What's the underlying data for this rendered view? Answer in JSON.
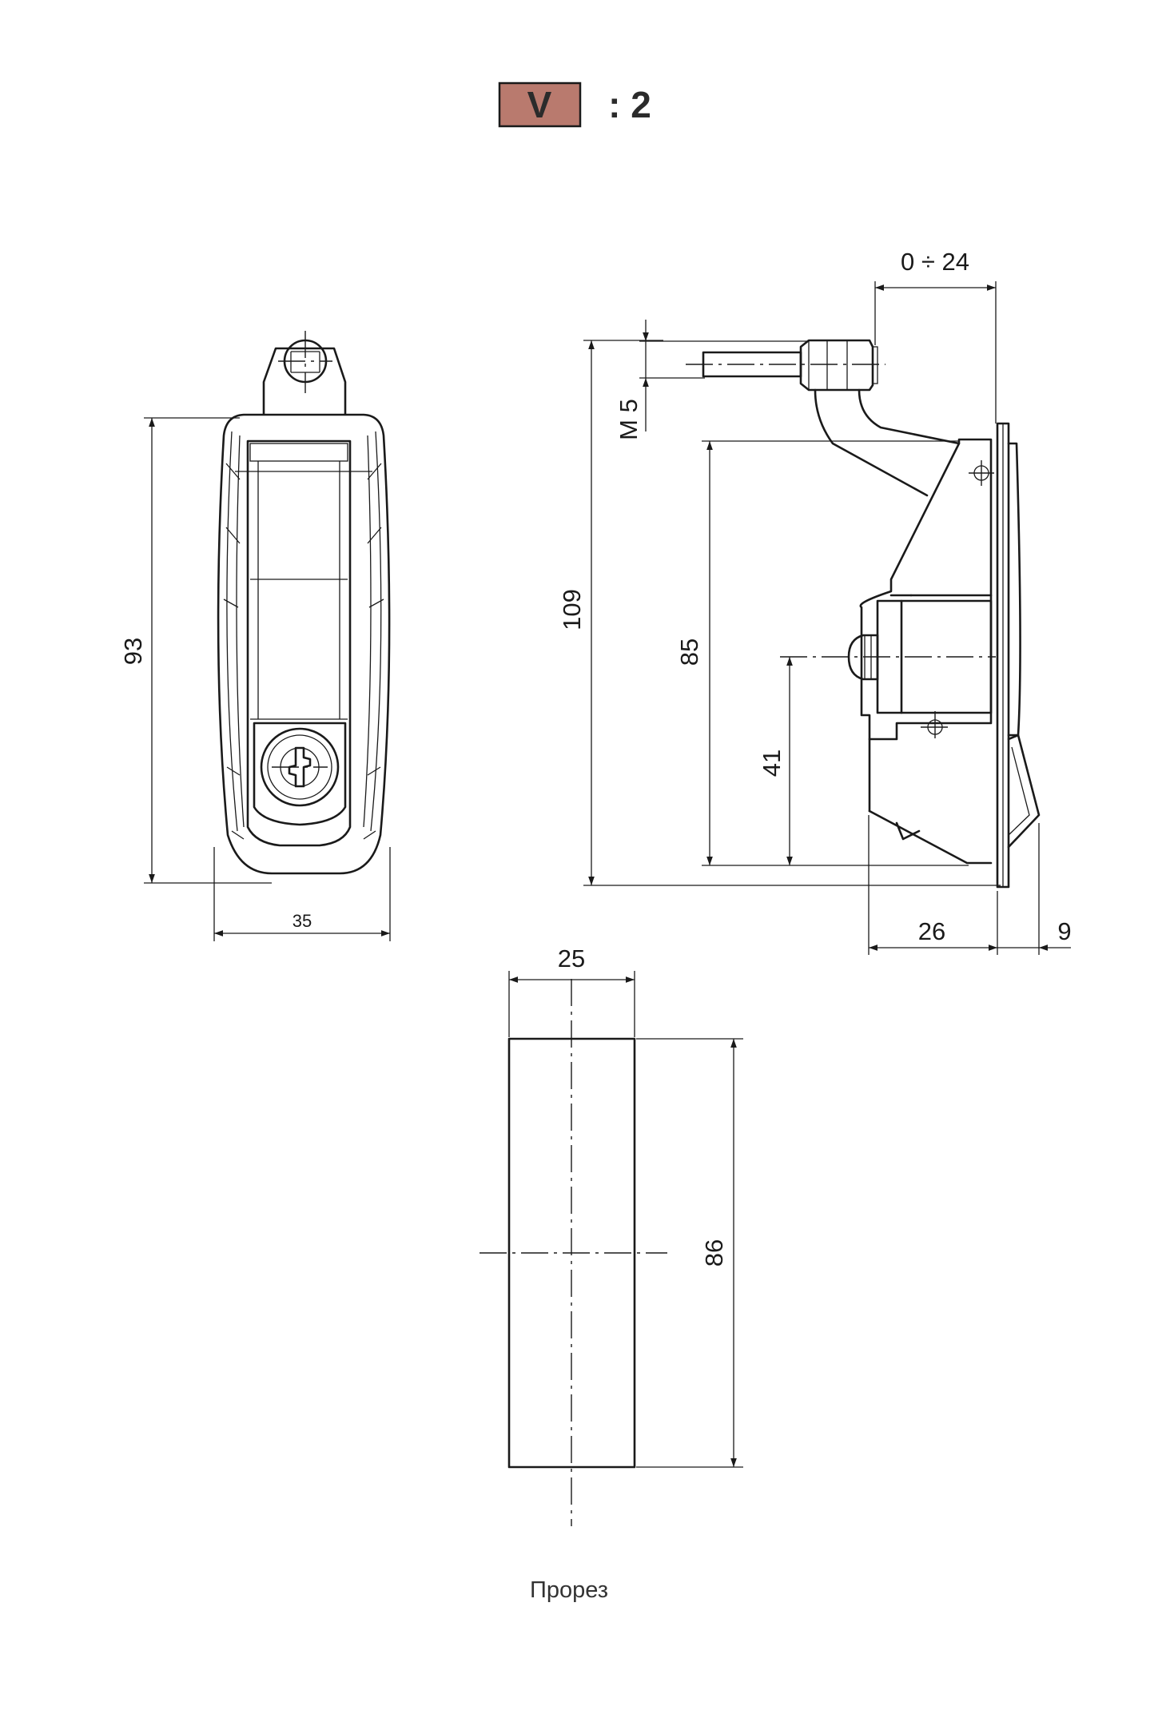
{
  "header": {
    "badge_text": "V",
    "badge_color": "#b97a6e",
    "scale_text": ": 2"
  },
  "front_view": {
    "dim_height": "93",
    "dim_width": "35"
  },
  "side_view": {
    "dim_adjust": "0 ÷ 24",
    "dim_thread": "M 5",
    "dim_total_height": "109",
    "dim_height_85": "85",
    "dim_height_41": "41",
    "dim_depth": "26",
    "dim_handle": "9"
  },
  "cutout": {
    "dim_width": "25",
    "dim_height": "86",
    "caption": "Прорез"
  }
}
